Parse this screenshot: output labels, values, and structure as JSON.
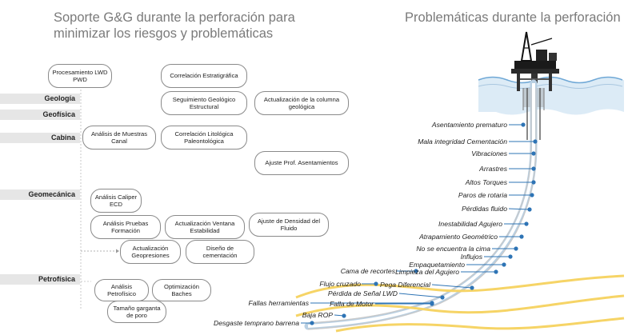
{
  "titles": {
    "left": "Soporte G&G durante la perforación para minimizar los riesgos y problemáticas",
    "right": "Problemáticas durante la perforación"
  },
  "categories": [
    "Geología",
    "Geofísica",
    "Cabina",
    "Geomecánica",
    "Petrofísica"
  ],
  "activities": [
    "Procesamiento LWD PWD",
    "Correlación Estratigráfica",
    "Seguimiento Geológico Estructural",
    "Actualización de la columna geológica",
    "Análisis de Muestras Canal",
    "Correlación Litológica Paleontológica",
    "Ajuste Prof. Asentamientos",
    "Análisis Caliper ECD",
    "Análisis Pruebas Formación",
    "Actualización Ventana Estabilidad",
    "Ajuste de Densidad del Fluido",
    "Actualización Geopresiones",
    "Diseño de cementación",
    "Análisis Petrofísico",
    "Optimización Baches",
    "Tamaño garganta de poro"
  ],
  "problems": [
    "Asentamiento prematuro",
    "Mala integridad Cementación",
    "Vibraciones",
    "Arrastres",
    "Altos Torques",
    "Paros de rotaria",
    "Pérdidas fluido",
    "Inestabilidad Agujero",
    "Atrapamiento Geométrico",
    "No se encuentra la cima",
    "Influjos",
    "Empaquetamiento",
    "Cama de recortes",
    "Limpieza del Agujero",
    "Flujo cruzado",
    "Pega Diferencial",
    "Pérdida de Señal LWD",
    "Fallas herramientas",
    "Falla de Motor",
    "Baja ROP",
    "Desgaste temprano barrena"
  ],
  "colors": {
    "title": "#7a7a7a",
    "sea": "#dcebf6",
    "wave": "#6fa8d6",
    "wellbore": "#a9c7e0",
    "marker": "#2e74b5",
    "formation": "#f6d466"
  },
  "icons": [
    "offshore-platform-icon"
  ]
}
